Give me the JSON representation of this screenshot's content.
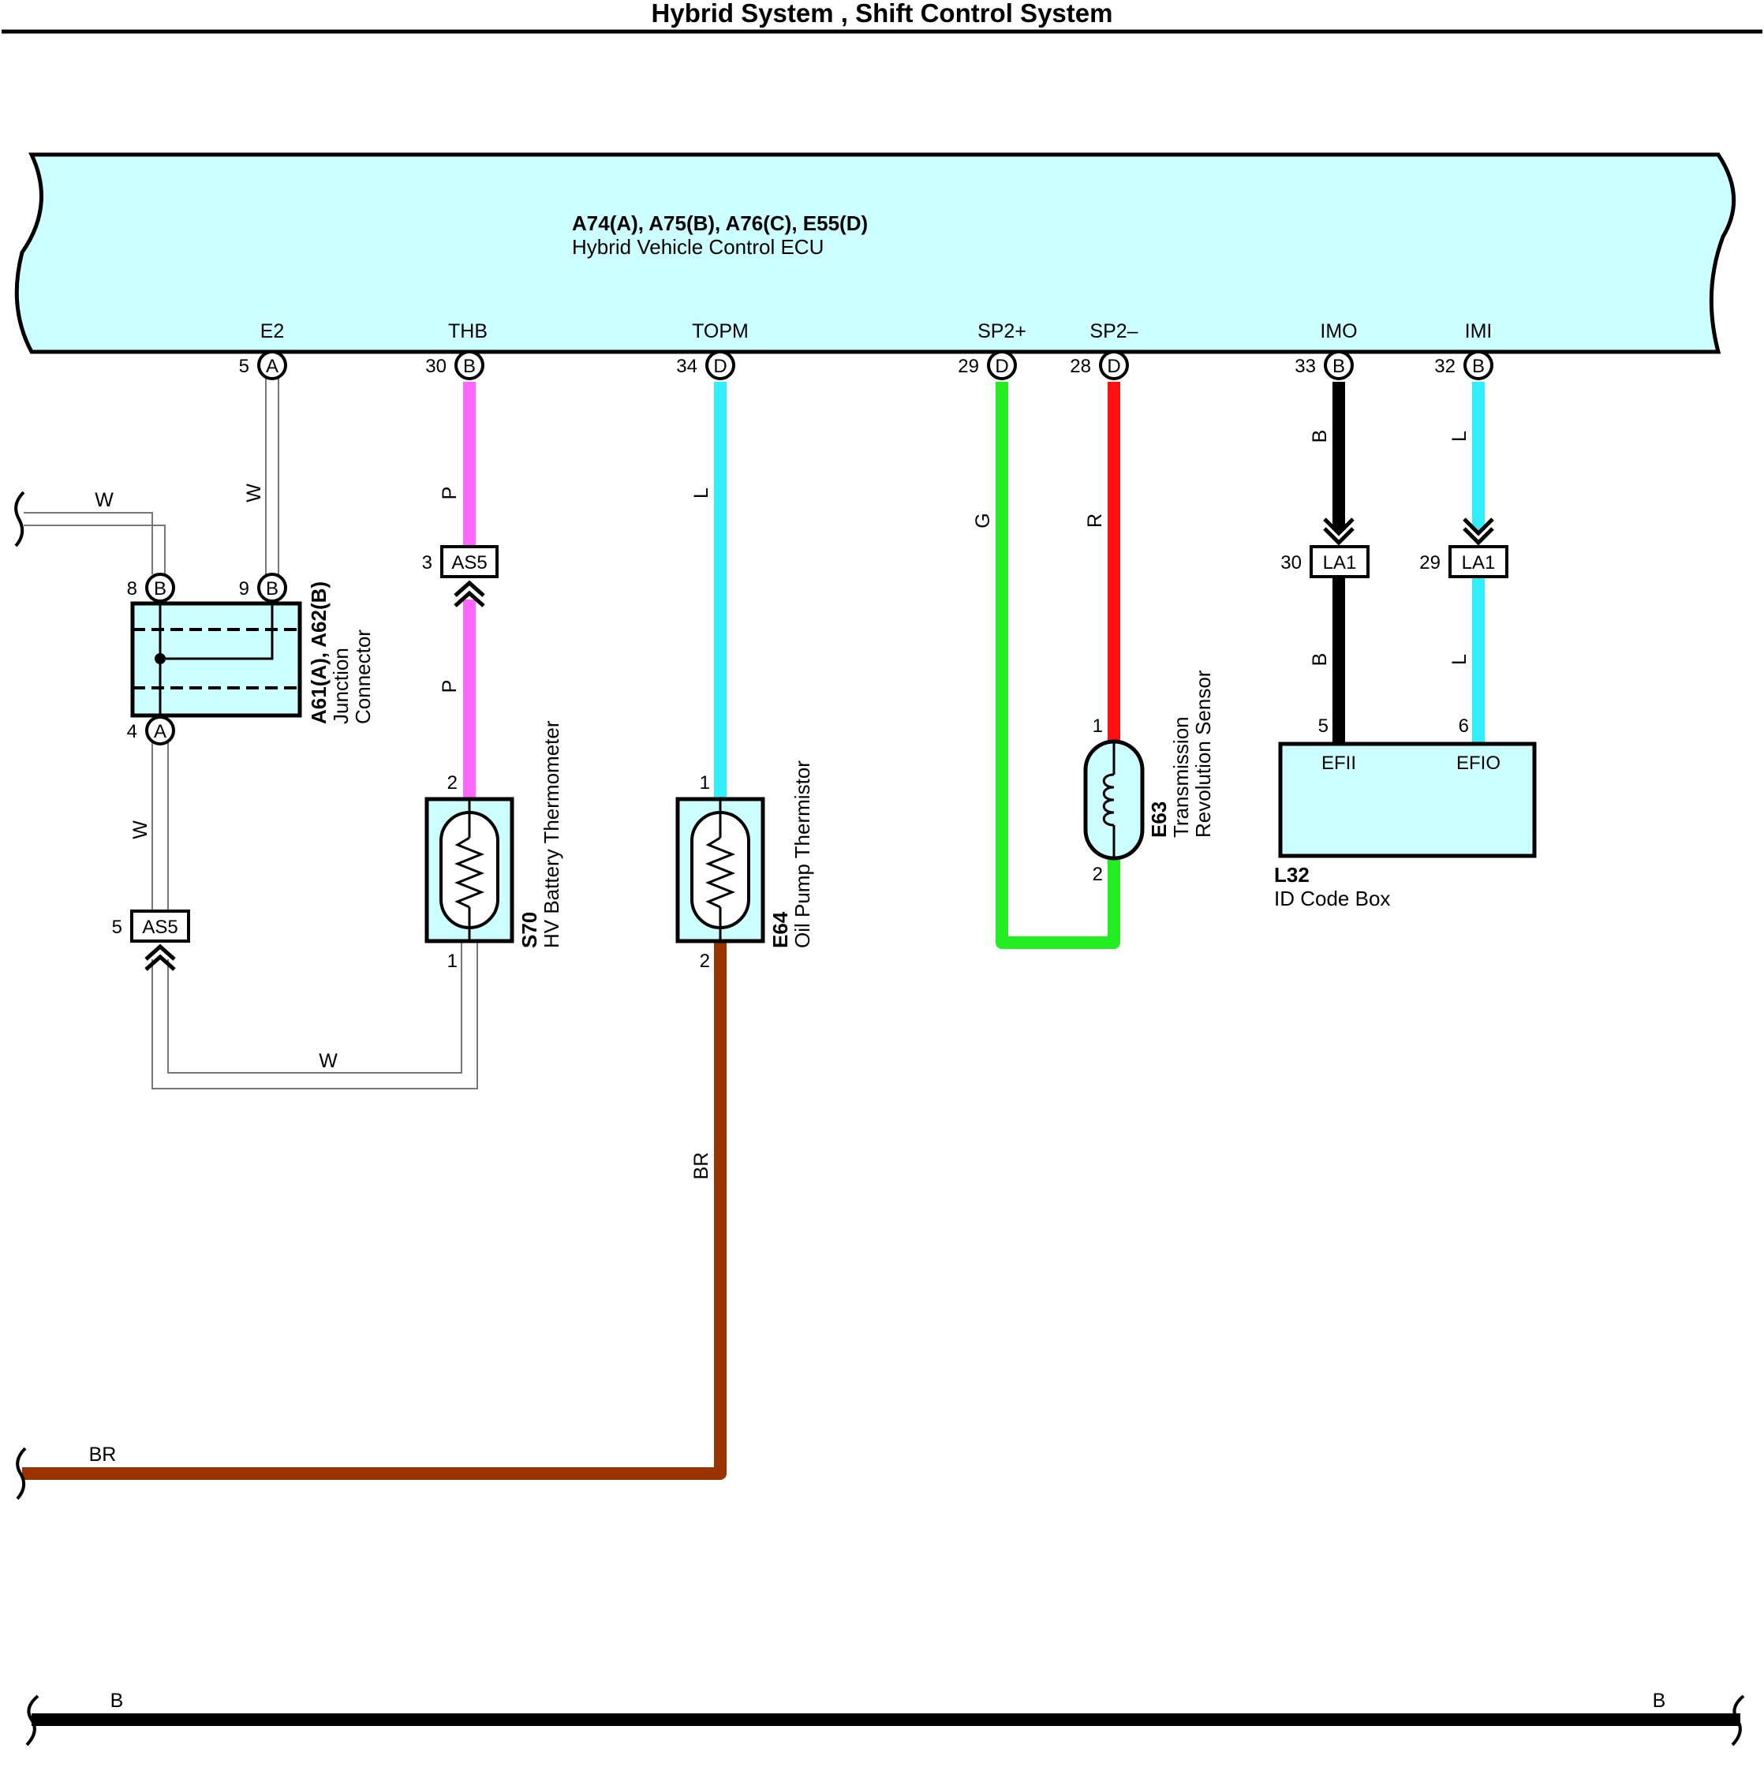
{
  "header": {
    "title": "Hybrid System , Shift Control System"
  },
  "ecu": {
    "code": "A74(A), A75(B), A76(C), E55(D)",
    "name": "Hybrid Vehicle Control ECU",
    "fill": "#ccffff",
    "terminals": [
      {
        "signal": "E2",
        "pin": "5",
        "conn": "A"
      },
      {
        "signal": "THB",
        "pin": "30",
        "conn": "B"
      },
      {
        "signal": "TOPM",
        "pin": "34",
        "conn": "D"
      },
      {
        "signal": "SP2+",
        "pin": "29",
        "conn": "D"
      },
      {
        "signal": "SP2–",
        "pin": "28",
        "conn": "D"
      },
      {
        "signal": "IMO",
        "pin": "33",
        "conn": "B"
      },
      {
        "signal": "IMI",
        "pin": "32",
        "conn": "B"
      }
    ]
  },
  "wire_colors": {
    "W": "#ffffff",
    "P": "#ff66ff",
    "L": "#33eeff",
    "G": "#22ee22",
    "R": "#ff1111",
    "B": "#000000",
    "BR": "#993300"
  },
  "wire_labels": {
    "w_left": "W",
    "w_e2": "W",
    "w_jc_down": "W",
    "w_bottom": "W",
    "p_upper": "P",
    "p_lower": "P",
    "l_topm": "L",
    "br_vert": "BR",
    "br_horiz": "BR",
    "g_sp": "G",
    "r_sp": "R",
    "b_upper": "B",
    "b_lower": "B",
    "l_upper": "L",
    "l_lower": "L",
    "ground_left": "B",
    "ground_right": "B"
  },
  "junction_connector": {
    "code": "A61(A), A62(B)",
    "name_line1": "Junction",
    "name_line2": "Connector",
    "pin_8": "8",
    "pin_8_conn": "B",
    "pin_9": "9",
    "pin_9_conn": "B",
    "pin_4": "4",
    "pin_4_conn": "A"
  },
  "inline_connectors": {
    "as5_upper": {
      "label": "AS5",
      "pin": "3"
    },
    "as5_lower": {
      "label": "AS5",
      "pin": "5"
    },
    "la1_left": {
      "label": "LA1",
      "pin": "30"
    },
    "la1_right": {
      "label": "LA1",
      "pin": "29"
    }
  },
  "components": {
    "s70": {
      "code": "S70",
      "name": "HV Battery Thermometer",
      "pin_top": "2",
      "pin_bottom": "1"
    },
    "e64": {
      "code": "E64",
      "name": "Oil Pump Thermistor",
      "pin_top": "1",
      "pin_bottom": "2"
    },
    "e63": {
      "code": "E63",
      "name_line1": "Transmission",
      "name_line2": "Revolution Sensor",
      "pin_top": "1",
      "pin_bottom": "2"
    },
    "l32": {
      "code": "L32",
      "name": "ID Code Box",
      "pin_efii": "5",
      "pin_efio": "6",
      "label_efii": "EFII",
      "label_efio": "EFIO"
    }
  }
}
